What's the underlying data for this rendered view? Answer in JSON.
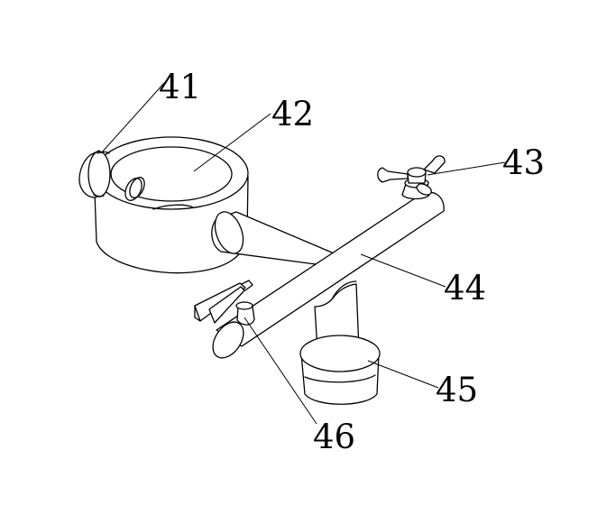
{
  "labels": {
    "l41": "41",
    "l42": "42",
    "l43": "43",
    "l44": "44",
    "l45": "45",
    "l46": "46"
  }
}
